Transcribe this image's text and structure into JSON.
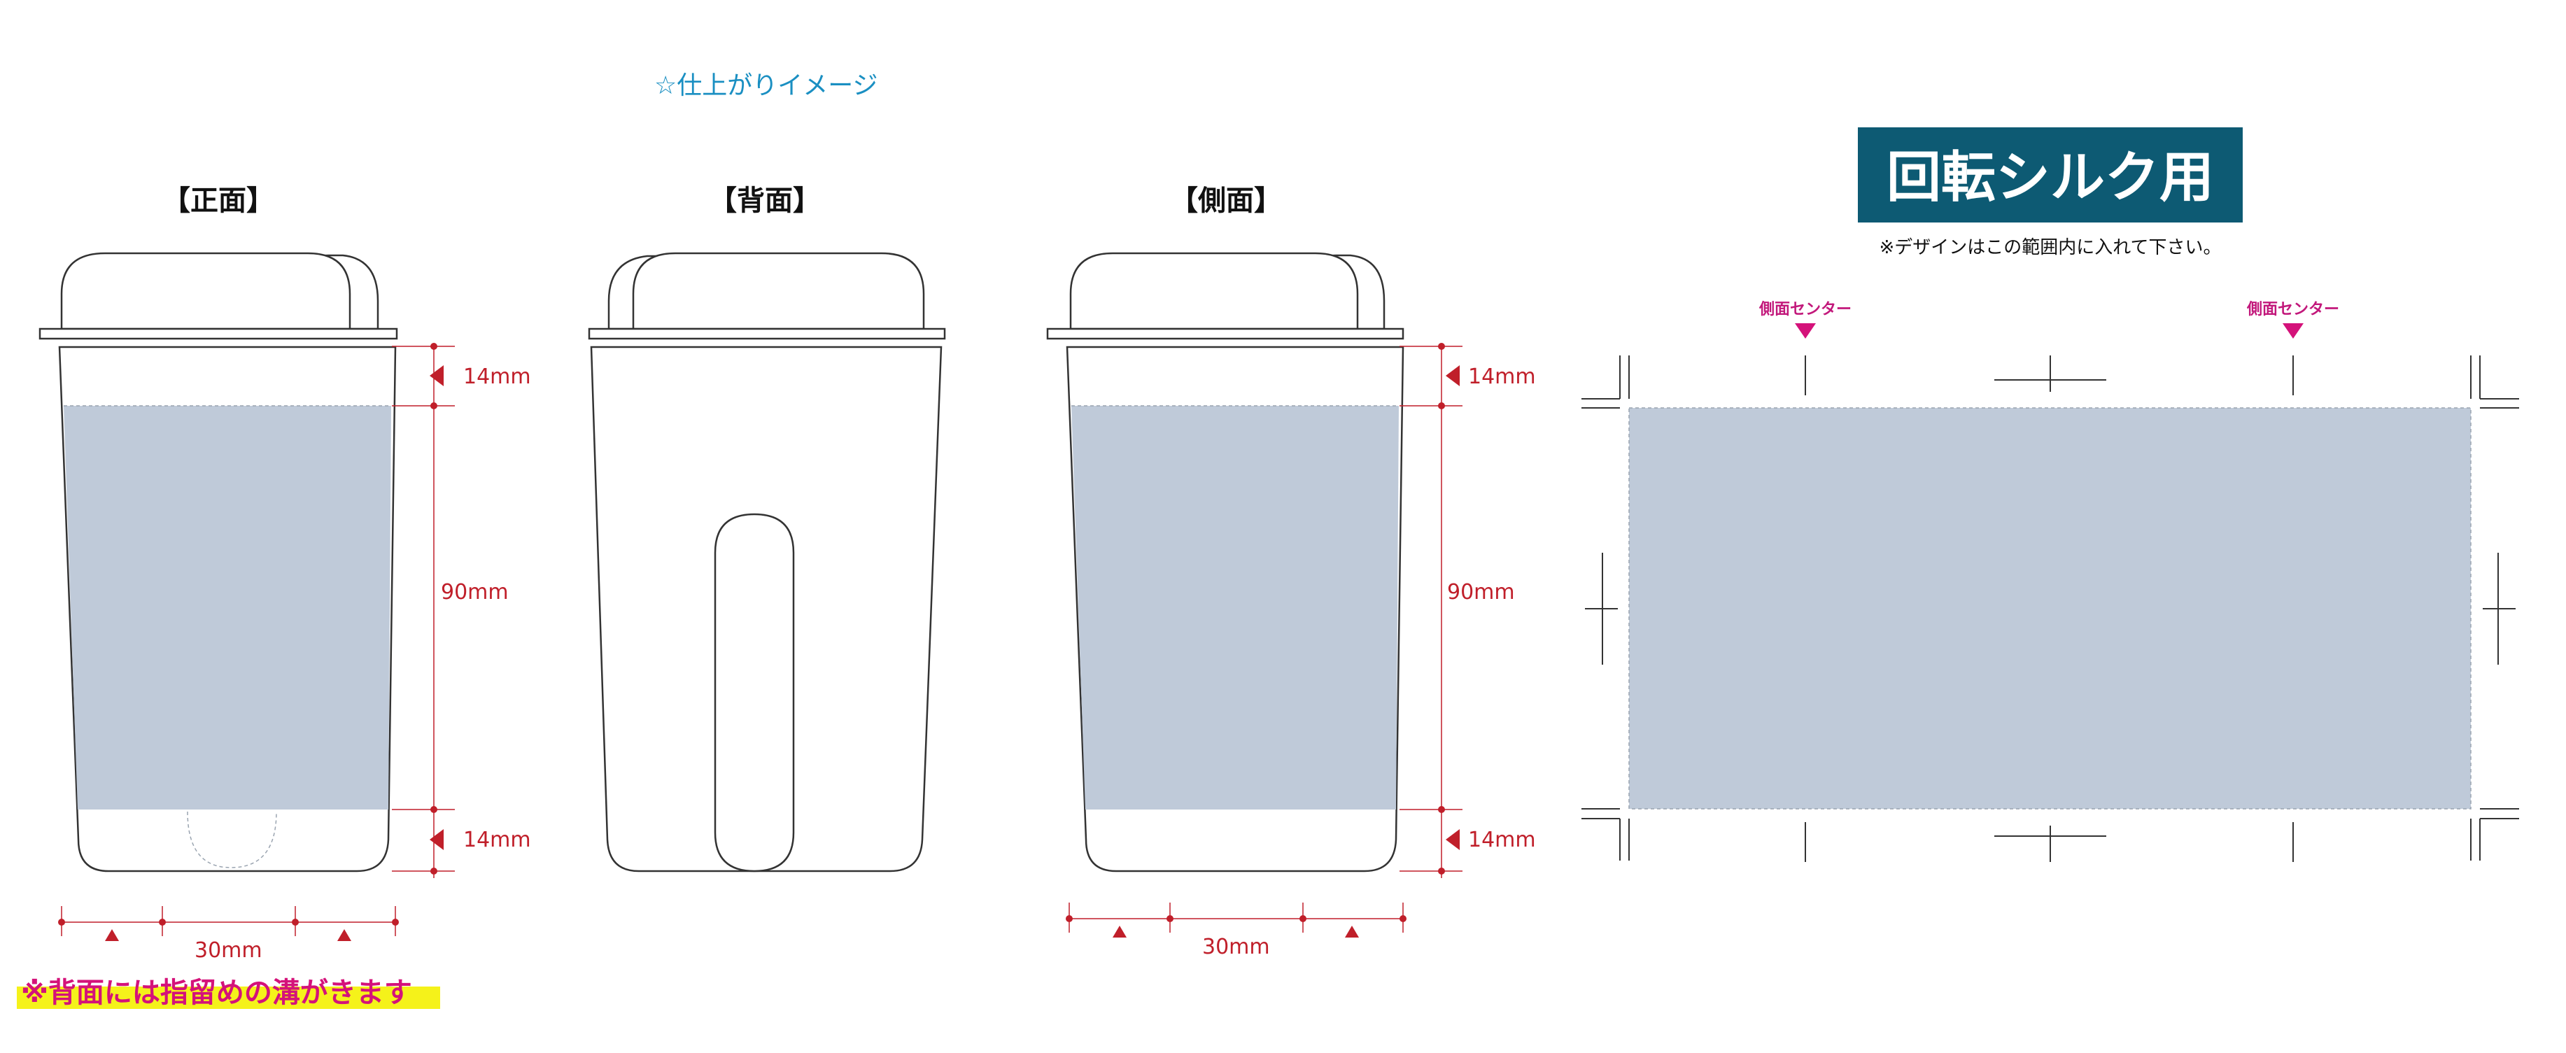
{
  "caption": "☆仕上がりイメージ",
  "views": {
    "front": "【正面】",
    "back": "【背面】",
    "side": "【側面】"
  },
  "dimensions": {
    "top_margin": "14mm",
    "print_height": "90mm",
    "bottom_margin": "14mm",
    "width": "30mm"
  },
  "badge": {
    "title": "回転シルク用",
    "background_color": "#0d5a73"
  },
  "note": "※デザインはこの範囲内に入れて下さい。",
  "side_center_label": "側面センター",
  "warning": "※背面には指留めの溝がきます",
  "warning_highlight_color": "#f5f21a",
  "colors": {
    "print_area": "#bfcad9",
    "dimension": "#c01f2a",
    "center_marker": "#d4127a",
    "caption": "#1a8fc2"
  }
}
